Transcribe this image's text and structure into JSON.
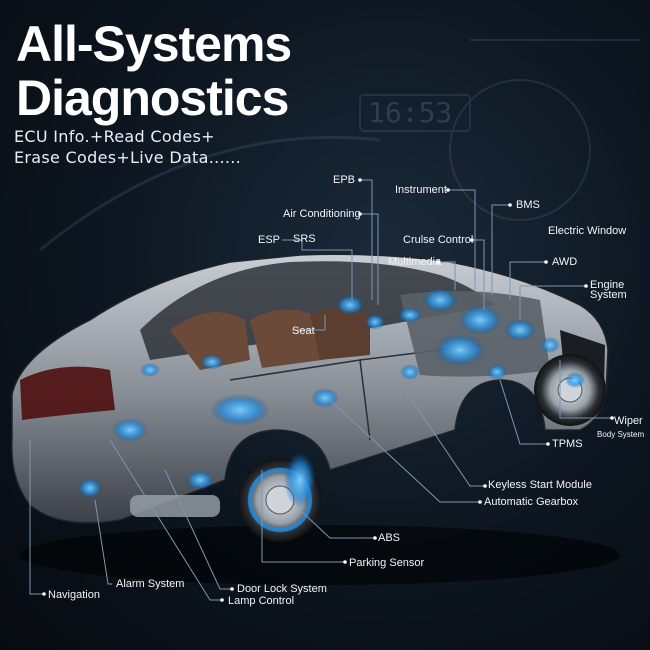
{
  "title": {
    "line1": "All-Systems",
    "line2": "Diagnostics"
  },
  "subtitle": {
    "line1": "ECU Info.+Read Codes+",
    "line2": "Erase Codes+Live Data......"
  },
  "background_dashboard_readout": "16:53",
  "colors": {
    "background": "#0c151f",
    "callout_line": "#6f8fb0",
    "component_highlight": "#2aa3ff",
    "text": "#ffffff"
  },
  "labels": {
    "epb": "EPB",
    "instrument": "Instrument",
    "bms": "BMS",
    "air_conditioning": "Air Conditioning",
    "esp": "ESP",
    "srs": "SRS",
    "cruise_control": "Crulse Control",
    "electric_window": "Electric Window",
    "multimedia": "Multimedia",
    "awd": "AWD",
    "engine_system_line1": "Engine",
    "engine_system_line2": "System",
    "seat": "Seat",
    "wiper": "Wiper",
    "body_system": "Body System",
    "tpms": "TPMS",
    "keyless_start_module": "Keyless Start Module",
    "automatic_gearbox": "Automatic Gearbox",
    "abs": "ABS",
    "parking_sensor": "Parking Sensor",
    "alarm_system": "Alarm System",
    "door_lock_system": "Door Lock System",
    "lamp_control": "Lamp Control",
    "navigation": "Navigation"
  }
}
